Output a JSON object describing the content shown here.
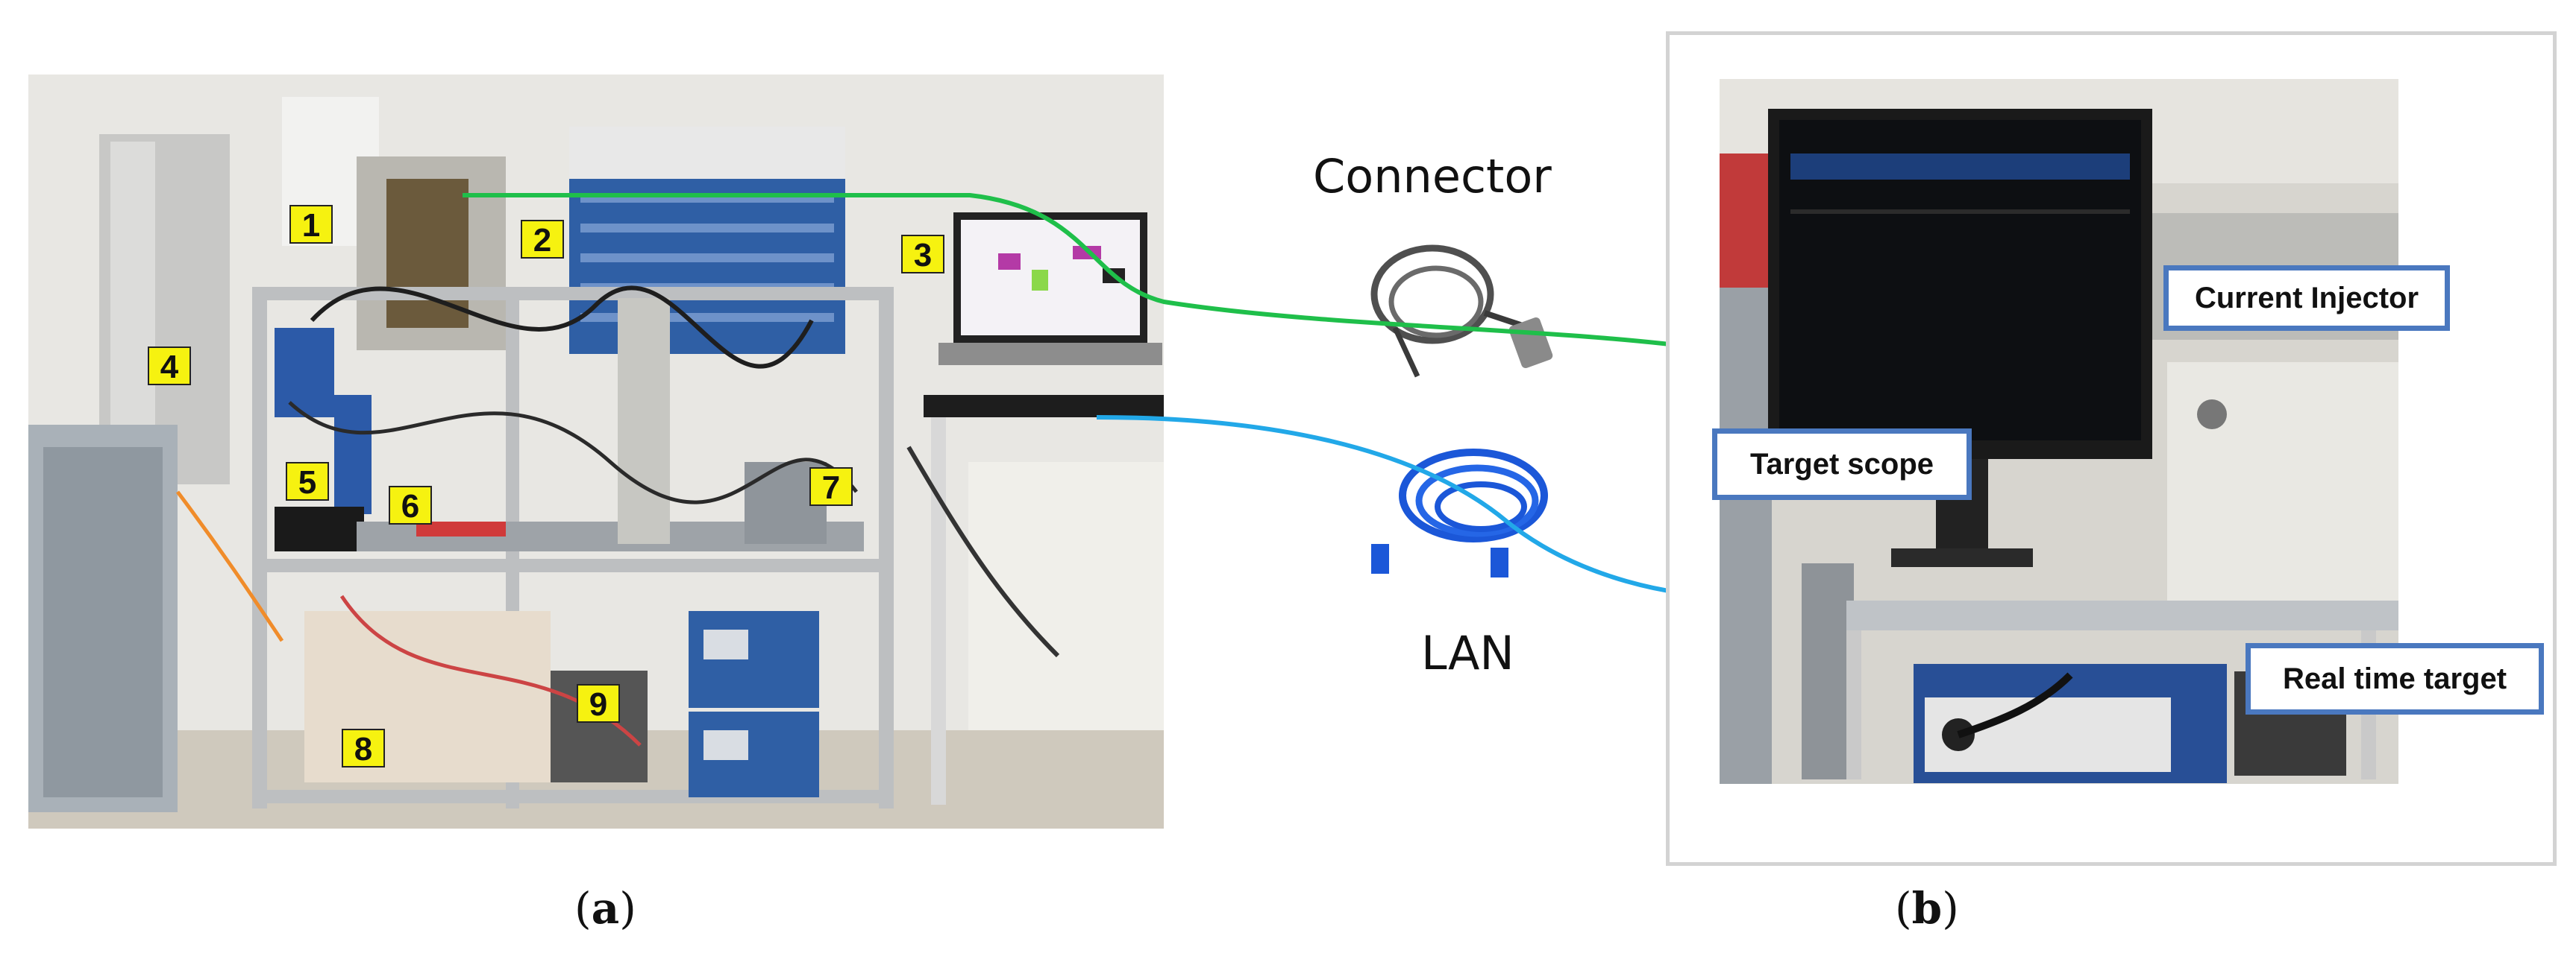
{
  "panel_a": {
    "caption_open": "(",
    "caption_letter": "a",
    "caption_close": ")",
    "labels": [
      "1",
      "2",
      "3",
      "4",
      "5",
      "6",
      "7",
      "8",
      "9"
    ],
    "label_color": "#f6f210"
  },
  "middle": {
    "connector_label": "Connector",
    "lan_label": "LAN",
    "connector_line_color": "#1fbf4a",
    "lan_line_color": "#22a8e8"
  },
  "panel_b": {
    "caption_open": "(",
    "caption_letter": "b",
    "caption_close": ")",
    "callouts": {
      "current_injector": "Current Injector",
      "target_scope": "Target scope",
      "real_time_target": "Real time target"
    },
    "callout_border_color": "#4a78bf"
  }
}
